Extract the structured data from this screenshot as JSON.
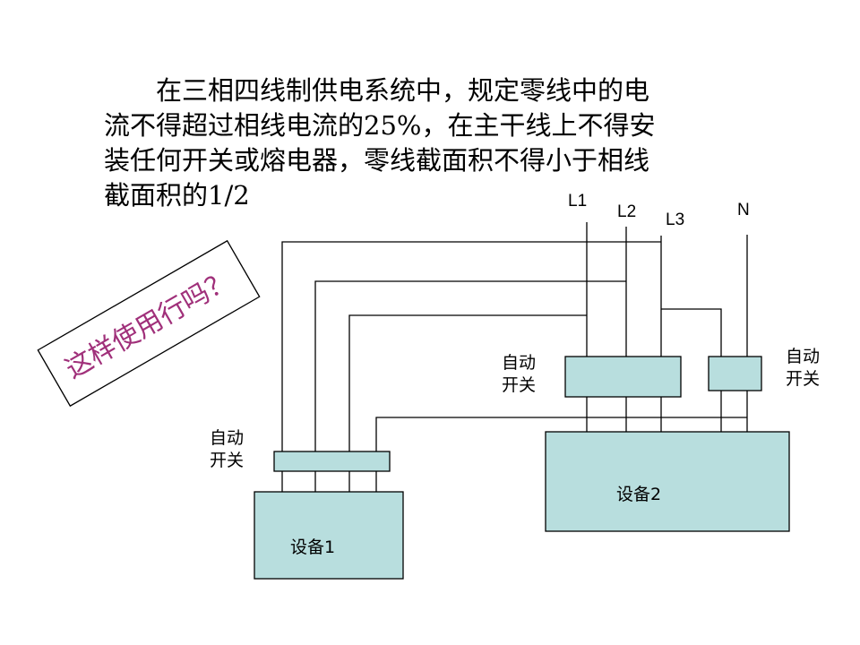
{
  "description": {
    "lines": [
      "在三相四线制供电系统中，规定零线中的电",
      "流不得超过相线电流的25%，在主干线上不得安",
      "装任何开关或熔电器，零线截面积不得小于相线",
      "截面积的1/2"
    ]
  },
  "question_stamp": {
    "text": "这样使用行吗？",
    "color": "#a0307a"
  },
  "lines": {
    "l1": "L1",
    "l2": "L2",
    "l3": "L3",
    "n": "N"
  },
  "breakers": {
    "left": {
      "label_line1": "自动",
      "label_line2": "开关"
    },
    "center": {
      "label_line1": "自动",
      "label_line2": "开关"
    },
    "right": {
      "label_line1": "自动",
      "label_line2": "开关"
    }
  },
  "devices": {
    "device1": "设备1",
    "device2": "设备2"
  },
  "colors": {
    "box_fill": "#b8dede",
    "wire": "#000000"
  }
}
